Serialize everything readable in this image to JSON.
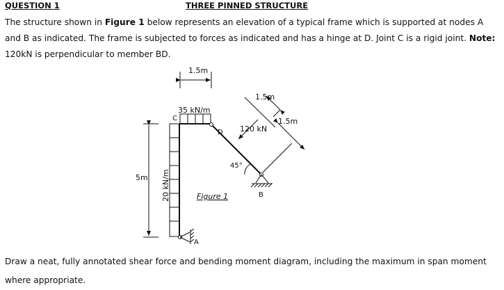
{
  "header": {
    "question": "QUESTION 1",
    "title": "THREE PINNED STRUCTURE"
  },
  "intro": {
    "part1": "The structure shown in ",
    "figure_ref": "Figure 1",
    "part2": " below represents an elevation of a typical frame which is supported at nodes A and B as indicated. The frame is subjected to forces as indicated and has a hinge at D.  Joint C is a rigid joint.  ",
    "note_label": "Note:",
    "note_text": " 120kN is perpendicular to member BD."
  },
  "figure": {
    "dim_top": "1.5m",
    "dim_incline_1": "1.5m",
    "dim_incline_2": "1.5m",
    "dim_height": "5m",
    "udl_top": "35 kN/m",
    "udl_side": "20 kN/m",
    "point_load": "120 kN",
    "angle": "45°",
    "node_c": "C",
    "node_d": "D",
    "node_a": "A",
    "node_b": "B",
    "caption": "Figure 1"
  },
  "footer": {
    "instruction": "Draw a neat, fully annotated shear force and bending moment diagram, including the maximum in span moment where appropriate."
  }
}
